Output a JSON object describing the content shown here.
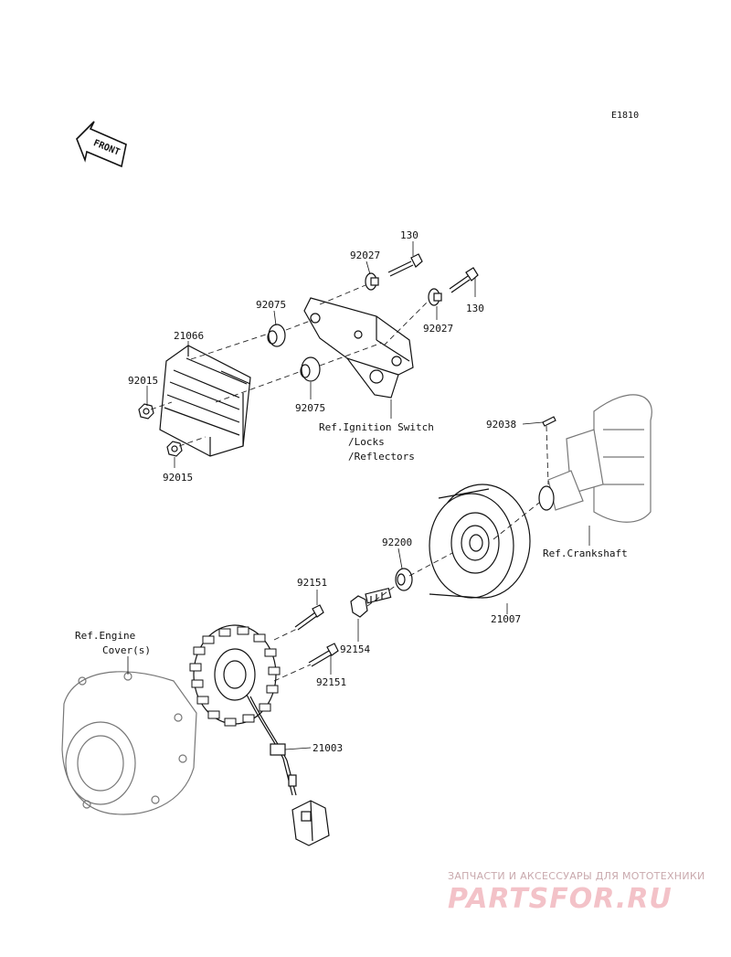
{
  "diagram_code": "E1810",
  "front_arrow_text": "FRONT",
  "parts": {
    "p21066": "21066",
    "p92015_a": "92015",
    "p92015_b": "92015",
    "p92075_a": "92075",
    "p92075_b": "92075",
    "p92027_a": "92027",
    "p92027_b": "92027",
    "p130_a": "130",
    "p130_b": "130",
    "p92038": "92038",
    "p92200": "92200",
    "p21007": "21007",
    "p92151_a": "92151",
    "p92151_b": "92151",
    "p92154": "92154",
    "p21003": "21003"
  },
  "references": {
    "ignition_line1": "Ref.Ignition Switch",
    "ignition_line2": "/Locks",
    "ignition_line3": "/Reflectors",
    "crankshaft": "Ref.Crankshaft",
    "engine_line1": "Ref.Engine",
    "engine_line2": "Cover(s)"
  },
  "watermark": {
    "tagline": "ЗАПЧАСТИ И АКСЕССУАРЫ ДЛЯ МОТОТЕХНИКИ",
    "logo": "PARTSFOR.RU"
  }
}
